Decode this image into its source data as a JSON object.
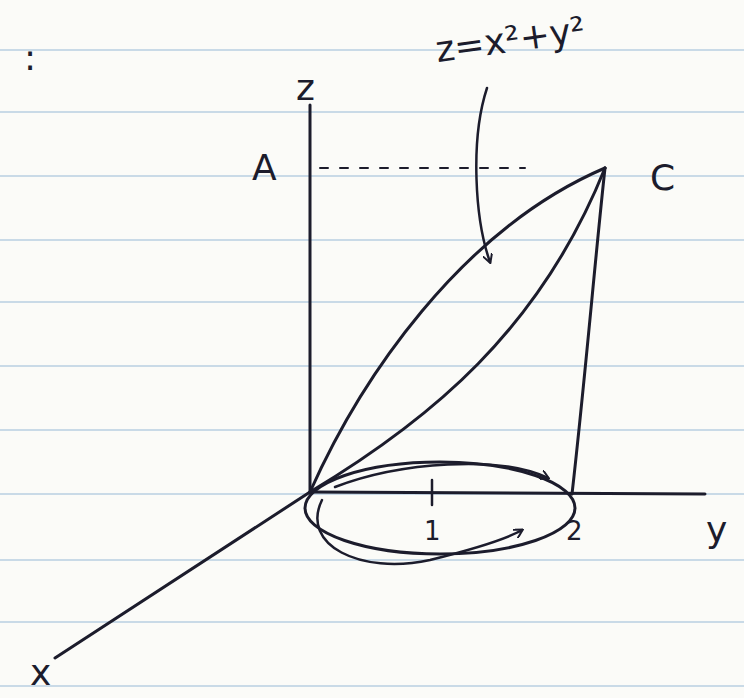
{
  "diagram": {
    "labels": [
      ":",
      "z",
      "A",
      "z=x²+y²",
      "C",
      "1",
      "2",
      "y",
      "x"
    ]
  }
}
